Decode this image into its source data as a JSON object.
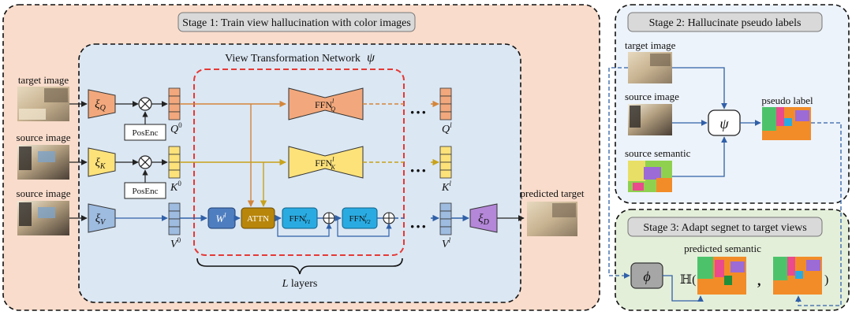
{
  "colors": {
    "stage1_bg": "#f9dccb",
    "stage2_bg": "#edf3fa",
    "stage3_bg": "#e4efda",
    "network_bg": "#dbe7f3",
    "query": "#f2a87c",
    "key": "#fde27a",
    "value": "#9ebbe0",
    "decoder": "#b487d8",
    "w_block": "#4f7ec0",
    "attn_block": "#b8860b",
    "ffn_v": "#29abe2",
    "red_dash": "#e53935",
    "query_arrow": "#d4863b",
    "key_arrow": "#c8a21a",
    "value_arrow": "#3060a8"
  },
  "stage1": {
    "title": "Stage 1: Train view hallucination with color images",
    "network_title": "View Transformation Network",
    "network_symbol": "ψ",
    "inputs": [
      "target image",
      "source image",
      "source image"
    ],
    "encoders": {
      "q": "ξ",
      "q_sub": "Q",
      "k": "ξ",
      "k_sub": "K",
      "v": "ξ",
      "v_sub": "V",
      "d": "ξ",
      "d_sub": "D"
    },
    "posenc": "PosEnc",
    "tokens_in": {
      "q": "Q",
      "q_sup": "0",
      "k": "K",
      "k_sup": "0",
      "v": "V",
      "v_sup": "0"
    },
    "tokens_out": {
      "q": "Q",
      "q_sup": "l",
      "k": "K",
      "k_sup": "l",
      "v": "V",
      "v_sup": "l"
    },
    "ffn": {
      "base": "FFN",
      "sup": "l",
      "q_sub": "Q",
      "k_sub": "K",
      "v1_sub": "V1",
      "v2_sub": "V2"
    },
    "w_block": {
      "base": "W",
      "sup": "l"
    },
    "attn": "ATTN",
    "ellipsis": "···",
    "layers": "L",
    "layers_suffix": " layers",
    "output": "predicted target"
  },
  "stage2": {
    "title": "Stage 2: Hallucinate pseudo labels",
    "inputs": [
      "target image",
      "source image",
      "source semantic"
    ],
    "psi": "ψ",
    "output": "pseudo label"
  },
  "stage3": {
    "title": "Stage 3: Adapt segnet to target views",
    "phi": "ϕ",
    "predicted": "predicted semantic",
    "entropy": "ℍ(",
    "comma": ",",
    "close": ")"
  }
}
